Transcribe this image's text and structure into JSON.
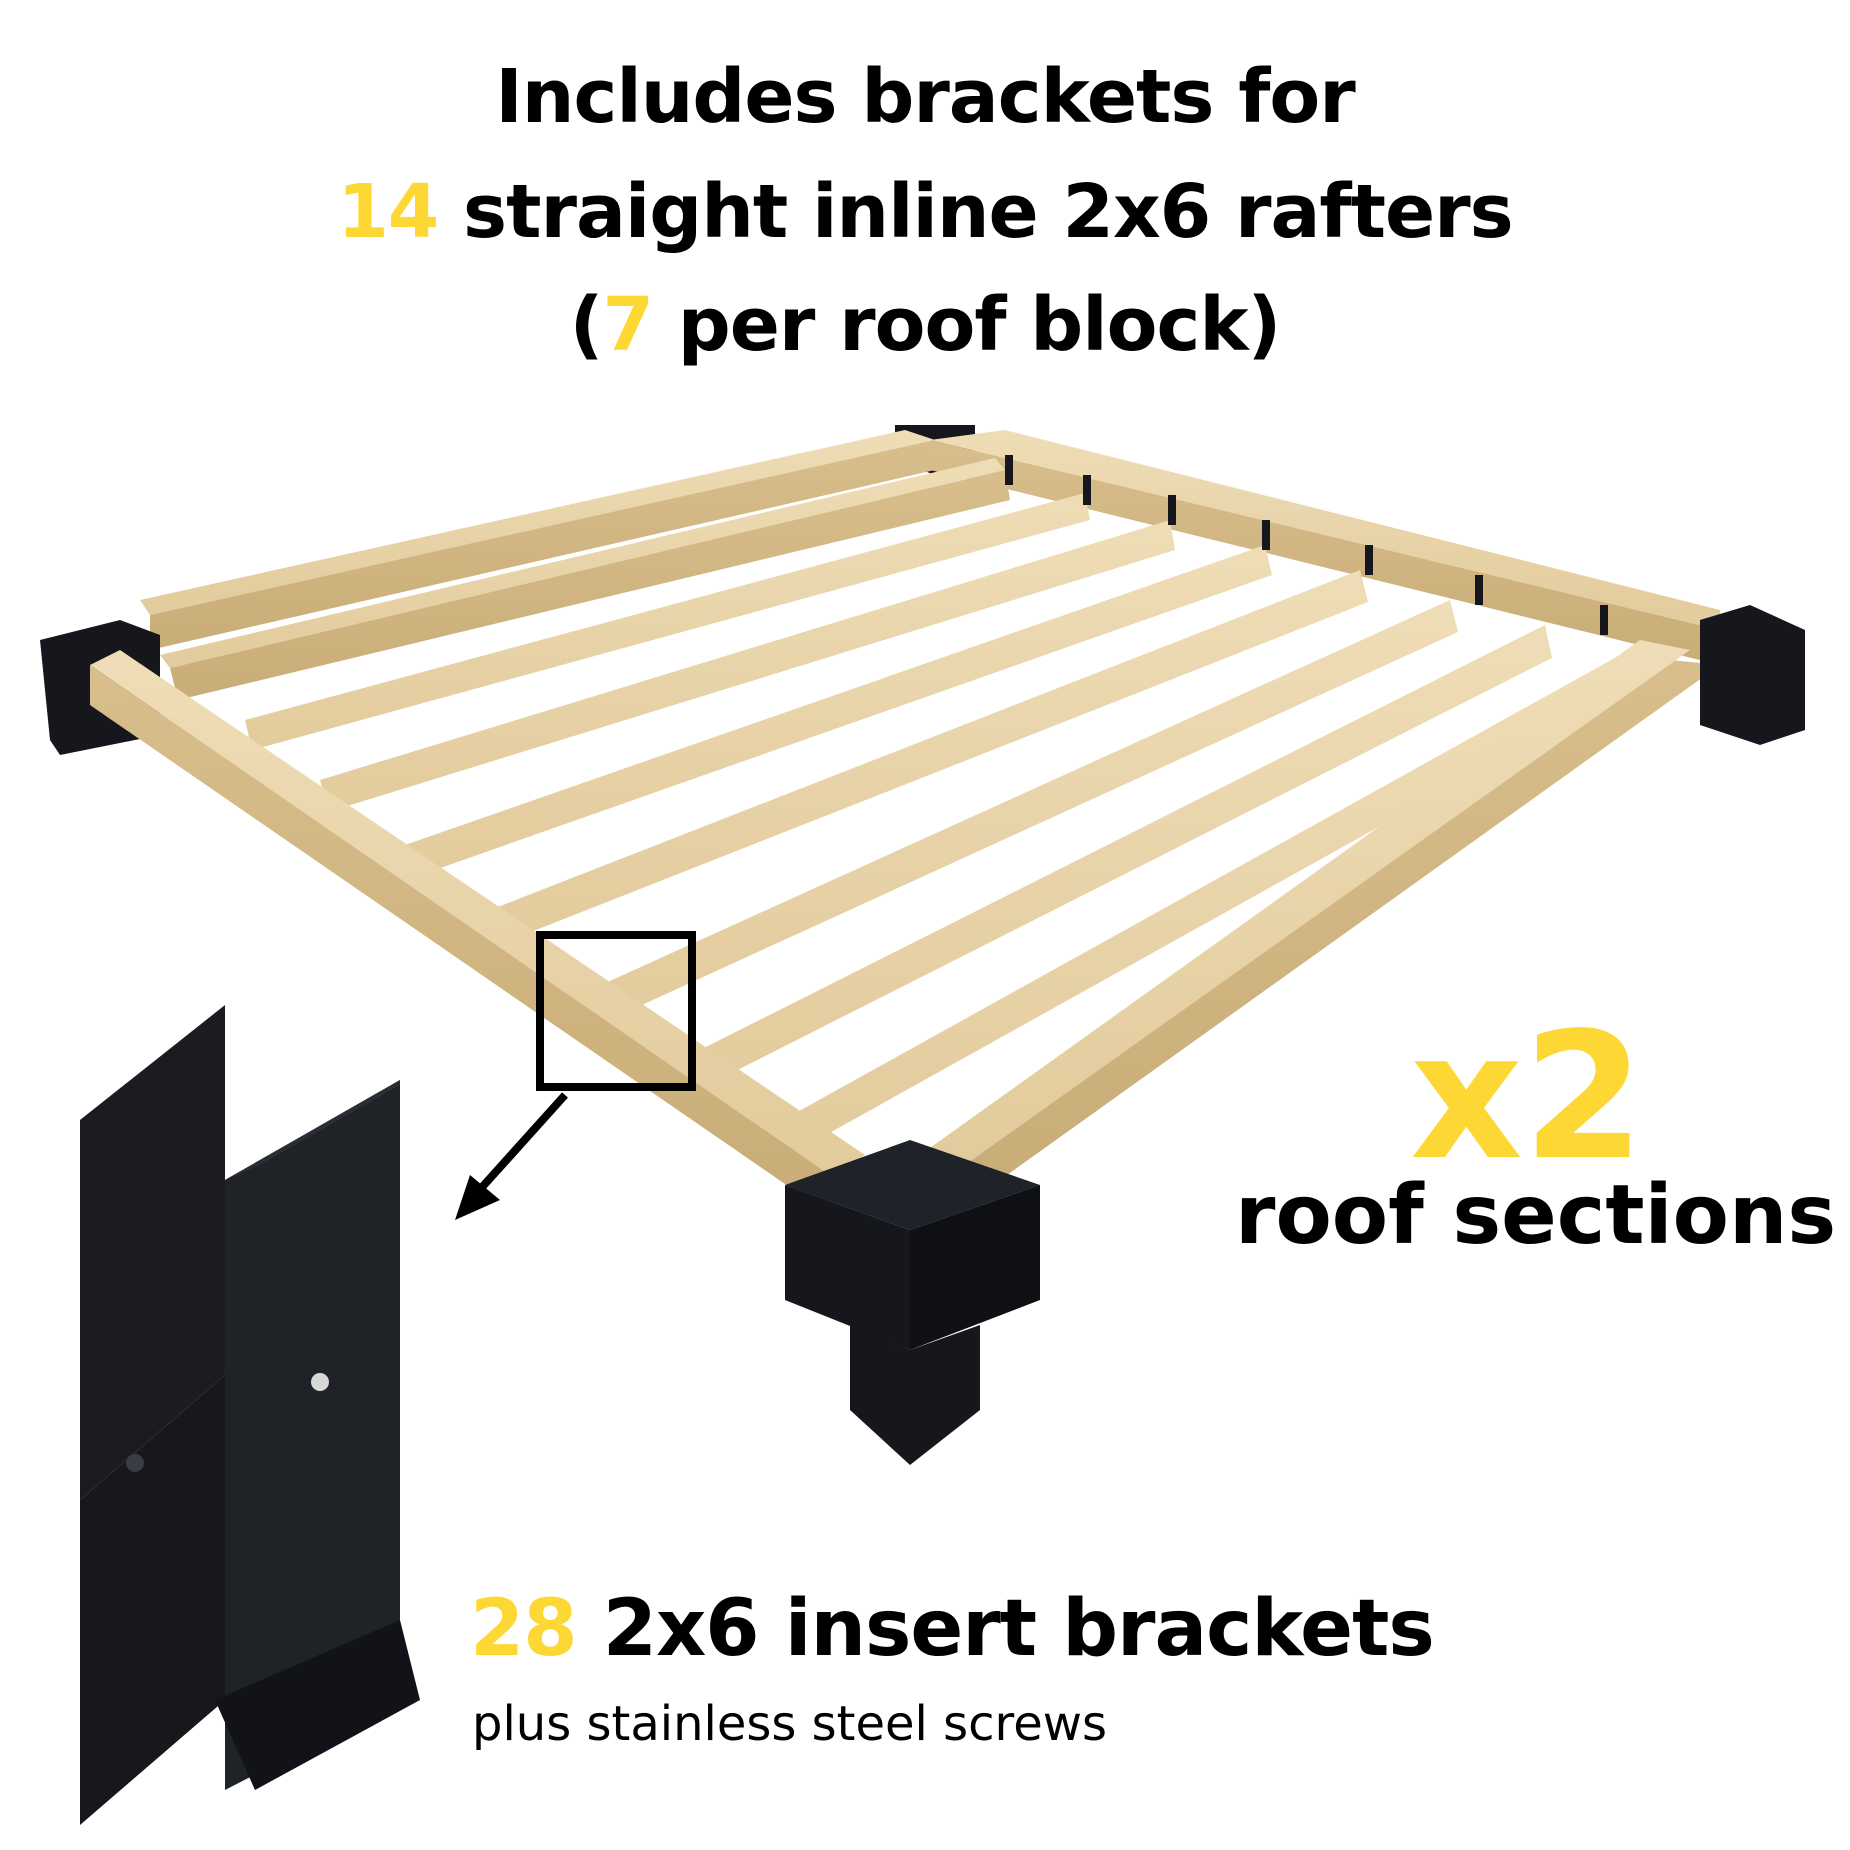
{
  "headline": {
    "line1": "Includes brackets for",
    "line2_count": "14",
    "line2_text": " straight inline 2x6 rafters",
    "line3_open": "(",
    "line3_count": "7",
    "line3_text": " per roof block)"
  },
  "multiplier": {
    "value": "x2",
    "label": "roof sections"
  },
  "brackets": {
    "count": "28",
    "label": " 2x6 insert brackets",
    "sub": "plus stainless steel screws"
  },
  "colors": {
    "accent": "#FDD835",
    "text": "#000000",
    "wood": "#E6D2A8",
    "bracket": "#15171C"
  },
  "icons": [
    "pergola-roof-frame-illustration",
    "insert-bracket-illustration",
    "zoom-arrow-icon"
  ]
}
